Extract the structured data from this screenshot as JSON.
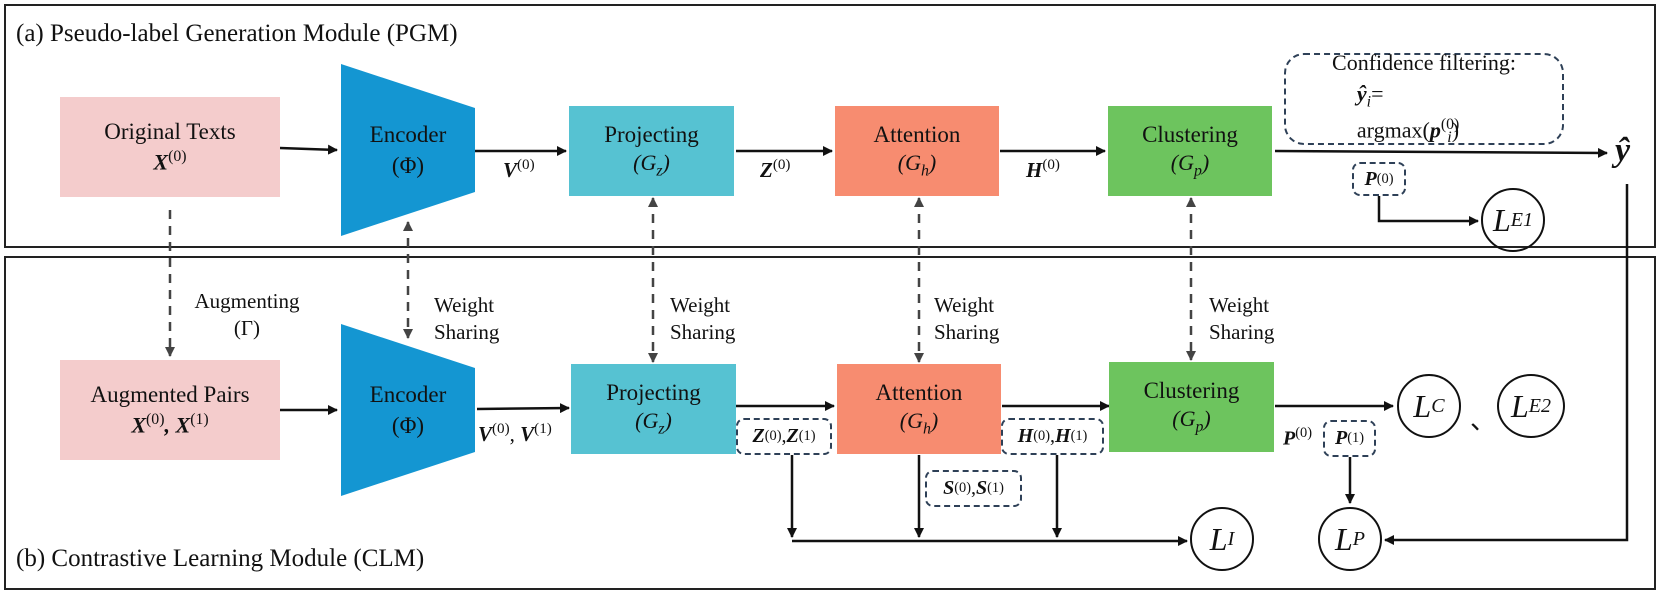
{
  "panels": {
    "pgm_title": "(a) Pseudo-label Generation Module (PGM)",
    "clm_title": "(b) Contrastive Learning Module (CLM)"
  },
  "pgm": {
    "original_texts": "Original Texts",
    "original_texts_var": "X",
    "encoder": "Encoder",
    "encoder_sym": "(Φ)",
    "projecting": "Projecting",
    "projecting_sym": "G",
    "projecting_sub": "z",
    "attention": "Attention",
    "attention_sym": "G",
    "attention_sub": "h",
    "clustering": "Clustering",
    "clustering_sym": "G",
    "clustering_sub": "p",
    "v_label": "V",
    "z_label": "Z",
    "h_label": "H",
    "p_label": "P",
    "y_hat": "ŷ",
    "confidence_title": "Confidence filtering:",
    "confidence_y": "ŷ",
    "confidence_i": "i",
    "confidence_eq": "= argmax(",
    "confidence_p": "p",
    "confidence_close": ")",
    "loss_e1": "L",
    "loss_e1_sub": "E1"
  },
  "clm": {
    "augmenting": "Augmenting",
    "augmenting_sym": "(Γ)",
    "weight_sharing_1": "Weight",
    "weight_sharing_2": "Sharing",
    "augmented_pairs": "Augmented Pairs",
    "encoder": "Encoder",
    "encoder_sym": "(Φ)",
    "projecting": "Projecting",
    "attention": "Attention",
    "clustering": "Clustering",
    "v_pair": "V",
    "z_pair": "Z",
    "h_pair": "H",
    "s_pair": "S",
    "p0": "P",
    "p1": "P",
    "x_pair": "X",
    "sup0": "(0)",
    "sup1": "(1)",
    "comma": ",",
    "loss_c": "L",
    "loss_c_sub": "C",
    "separator": "、",
    "loss_e2": "L",
    "loss_e2_sub": "E2",
    "loss_i": "L",
    "loss_i_sub": "I",
    "loss_p": "L",
    "loss_p_sub": "P"
  },
  "colors": {
    "pink": "#f4cccc",
    "encoder_blue": "#1496d2",
    "cyan": "#56c2d2",
    "orange": "#f78c70",
    "green": "#6dc45e",
    "dashed_border": "#2e4057"
  }
}
